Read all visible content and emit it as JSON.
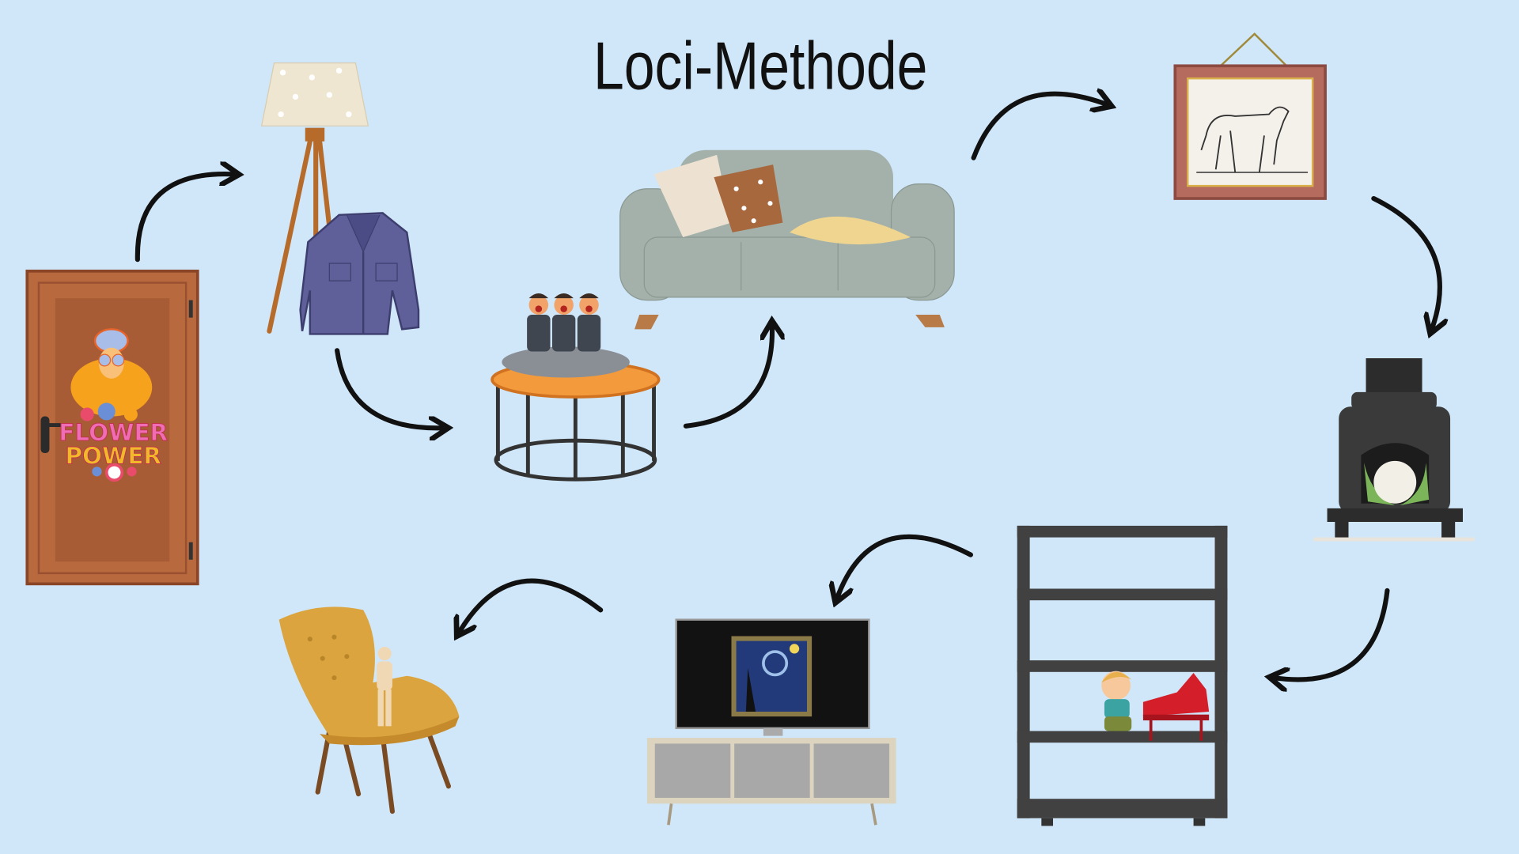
{
  "title": "Loci-Methode",
  "door_poster": {
    "line1": "FLOWER",
    "line2": "POWER"
  },
  "colors": {
    "background": "#d0e7f9",
    "arrow": "#111111",
    "door": "#b8693e",
    "sofa": "#a3b1aa",
    "armchair": "#dba43f",
    "shelf": "#414141"
  }
}
